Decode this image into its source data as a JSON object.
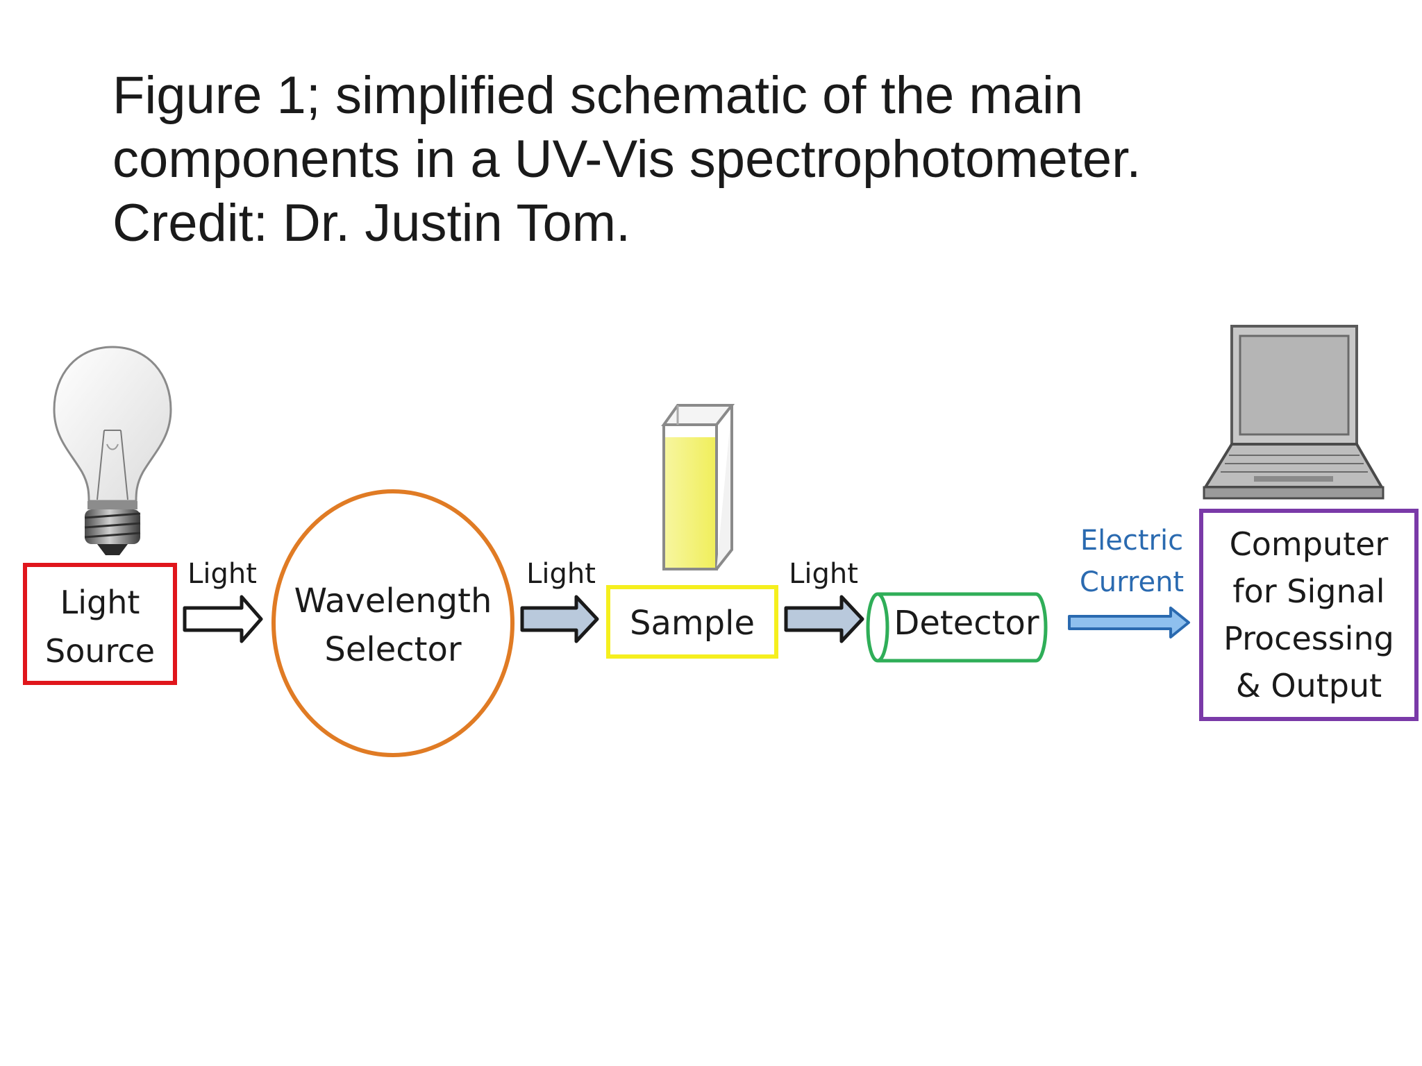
{
  "title": {
    "lines": [
      "Figure 1; simplified schematic of the main",
      "components in a UV-Vis spectrophotometer.",
      "Credit: Dr. Justin Tom."
    ]
  },
  "nodes": {
    "light_source": {
      "lines": [
        "Light",
        "Source"
      ],
      "color": "#e0161c"
    },
    "wavelength_selector": {
      "lines": [
        "Wavelength",
        "Selector"
      ],
      "color": "#e07b24"
    },
    "sample": {
      "label": "Sample",
      "color": "#f5ef1e"
    },
    "detector": {
      "label": "Detector",
      "color": "#2fae58"
    },
    "computer": {
      "lines": [
        "Computer",
        "for Signal",
        "Processing",
        "& Output"
      ],
      "color": "#7a3aa8"
    }
  },
  "connectors": {
    "light_1": "Light",
    "light_2": "Light",
    "light_3": "Light",
    "electric_current": [
      "Electric",
      "Current"
    ]
  },
  "colors": {
    "text": "#1a1a1a",
    "electric_text": "#2a6ab0",
    "arrow_outline": "#1a1a1a",
    "arrow_fill_light": "#b9c9dc",
    "arrow_blue": "#4a90d0",
    "cuvette_liquid": "#f5f37a"
  },
  "icons": {
    "bulb": "light-bulb-icon",
    "cuvette": "cuvette-icon",
    "laptop": "laptop-icon"
  }
}
